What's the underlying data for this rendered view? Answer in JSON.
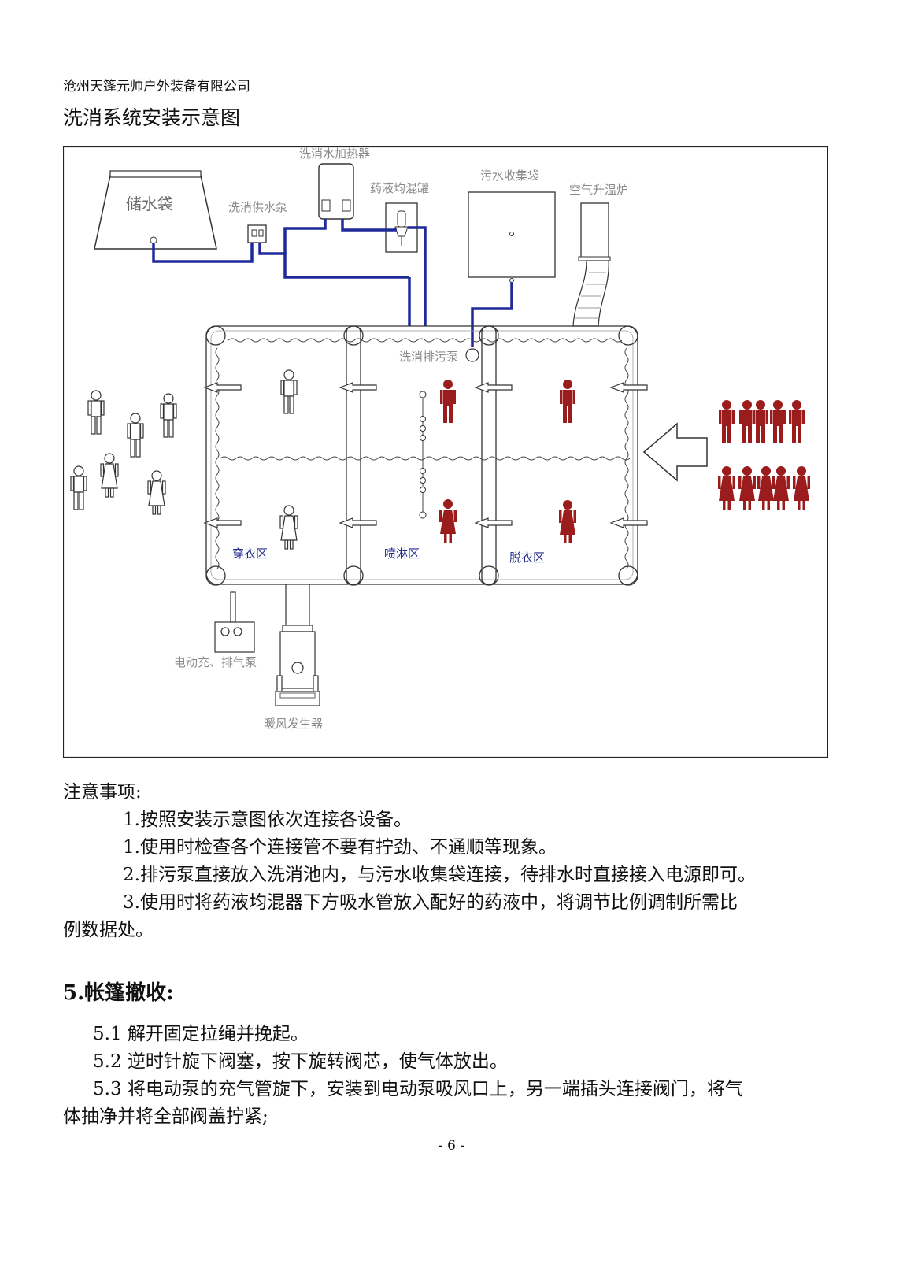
{
  "header": {
    "company": "沧州天篷元帅户外装备有限公司",
    "title": "洗消系统安装示意图"
  },
  "diagram": {
    "labels": {
      "water_bag": "储水袋",
      "supply_pump": "洗消供水泵",
      "heater": "洗消水加热器",
      "mixer": "药液均混罐",
      "sewage_bag": "污水收集袋",
      "air_heater": "空气升温炉",
      "drain_pump": "洗消排污泵",
      "zone_dress": "穿衣区",
      "zone_shower": "喷淋区",
      "zone_undress": "脱衣区",
      "electric_pump": "电动充、排气泵",
      "warm_air": "暖风发生器"
    },
    "colors": {
      "pipe": "#1f2a9a",
      "contaminated": "#9b1c1c",
      "clean": "#333333"
    }
  },
  "notes": {
    "heading": "注意事项:",
    "items": [
      "1.按照安装示意图依次连接各设备。",
      "1.使用时检查各个连接管不要有拧劲、不通顺等现象。",
      "2.排污泵直接放入洗消池内，与污水收集袋连接，待排水时直接接入电源即可。",
      "3.使用时将药液均混器下方吸水管放入配好的药液中，将调节比例调制所需比"
    ],
    "item3_cont": "例数据处。"
  },
  "section5": {
    "heading": "5.帐篷撤收:",
    "items": [
      "5.1 解开固定拉绳并挽起。",
      "5.2 逆时针旋下阀塞，按下旋转阀芯，使气体放出。",
      "5.3 将电动泵的充气管旋下，安装到电动泵吸风口上，另一端插头连接阀门，将气"
    ],
    "item3_cont": "体抽净并将全部阀盖拧紧;"
  },
  "footer": {
    "page": "- 6 -"
  }
}
